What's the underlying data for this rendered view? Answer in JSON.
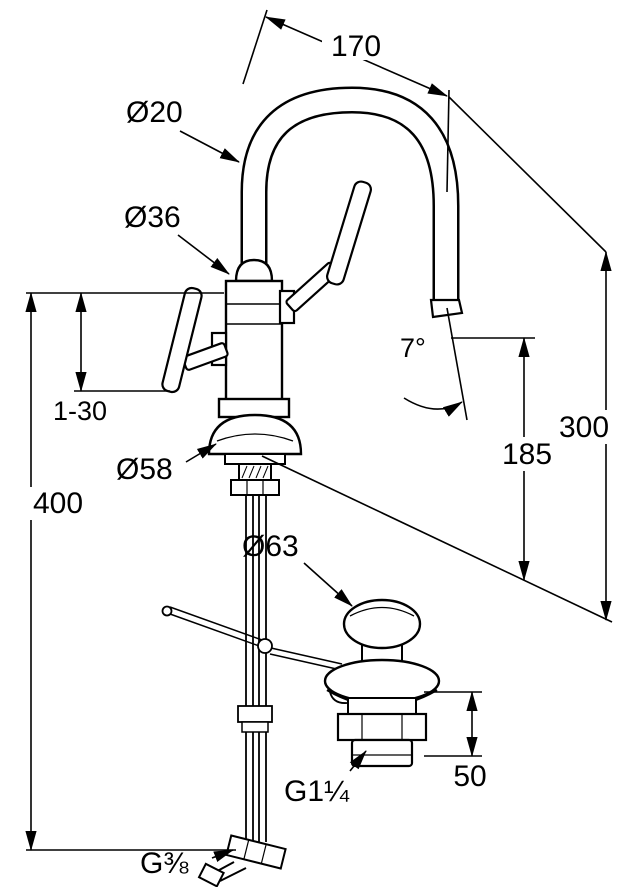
{
  "drawing": {
    "background_color": "#ffffff",
    "line_color": "#000000",
    "labels": {
      "spout_reach": "170",
      "spout_tube_diameter": "Ø20",
      "body_diameter": "Ø36",
      "swivel_angle": "7°",
      "deck_thickness": "1-30",
      "spout_height": "185",
      "total_height": "300",
      "base_diameter": "Ø58",
      "supply_length": "400",
      "waste_cap_diameter": "Ø63",
      "waste_height": "50",
      "waste_thread": "G1¼",
      "supply_thread": "G⅜"
    }
  }
}
